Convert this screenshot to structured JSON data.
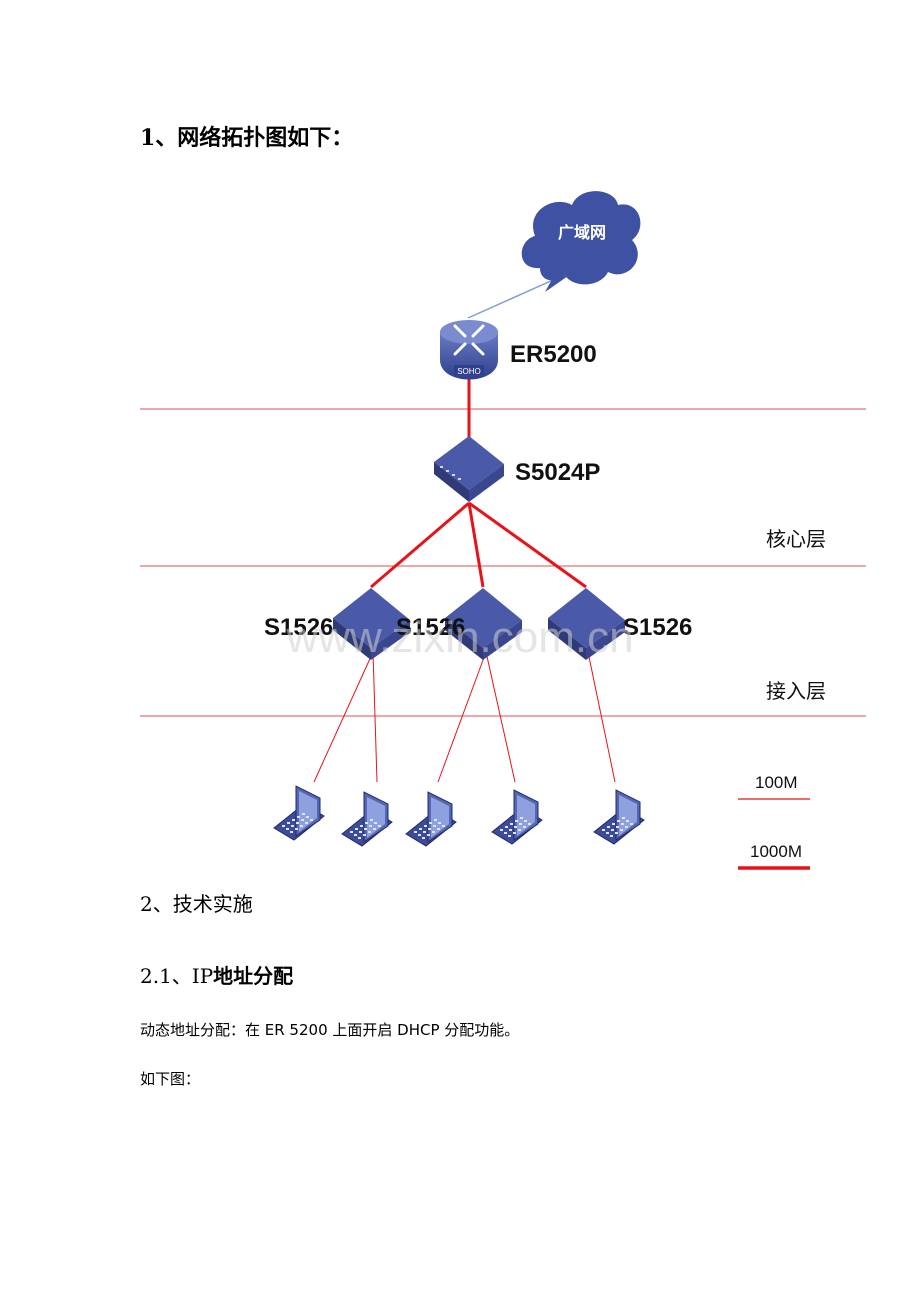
{
  "heading1": "1、网络拓扑图如下：",
  "diagram": {
    "cloud_label": "广域网",
    "router_label": "ER5200",
    "router_badge": "SOHO",
    "core_switch_label": "S5024P",
    "access_switch_labels": [
      "S1526",
      "S1526",
      "S1526"
    ],
    "layer_core": "核心层",
    "layer_access": "接入层",
    "legend_100m": "100M",
    "legend_1000m": "1000M",
    "watermark": "www.zixin.com.cn",
    "colors": {
      "device": "#4a5aa8",
      "link_1000m": "#e8121b",
      "link_100m": "#e8121b",
      "wan_link": "#7f9fcf",
      "layer_line": "#d9534f"
    }
  },
  "heading2": "2、技术实施",
  "heading21_prefix": "2.1、IP",
  "heading21_rest": "地址分配",
  "paragraph1": "动态地址分配：在 ER 5200 上面开启 DHCP 分配功能。",
  "paragraph2": "如下图："
}
